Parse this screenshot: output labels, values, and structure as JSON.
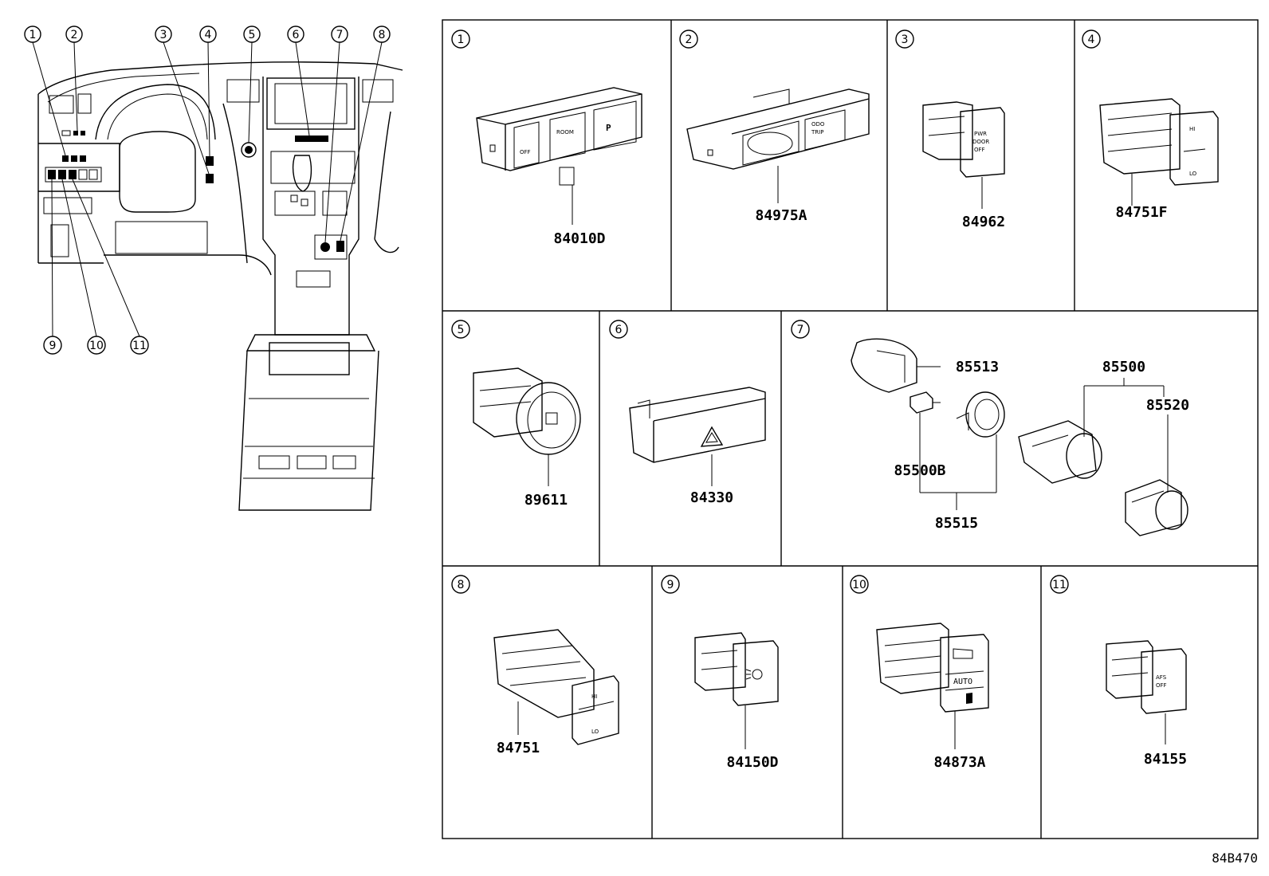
{
  "diagram_code": "84B470",
  "callouts": [
    "1",
    "2",
    "3",
    "4",
    "5",
    "6",
    "7",
    "8",
    "9",
    "10",
    "11"
  ],
  "panels": [
    {
      "callout": "1",
      "part_numbers": [
        "84010D"
      ],
      "labels": [
        "OFF",
        "ROOM",
        "P"
      ]
    },
    {
      "callout": "2",
      "part_numbers": [
        "84975A"
      ],
      "labels": [
        "ODO",
        "TRIP"
      ]
    },
    {
      "callout": "3",
      "part_numbers": [
        "84962"
      ],
      "labels": [
        "PWR",
        "DOOR",
        "OFF"
      ]
    },
    {
      "callout": "4",
      "part_numbers": [
        "84751F"
      ],
      "labels": [
        "HI",
        "LO"
      ]
    },
    {
      "callout": "5",
      "part_numbers": [
        "89611"
      ],
      "labels": []
    },
    {
      "callout": "6",
      "part_numbers": [
        "84330"
      ],
      "labels": []
    },
    {
      "callout": "7",
      "part_numbers": [
        "85513",
        "85500",
        "85520",
        "85500B",
        "85515"
      ],
      "labels": []
    },
    {
      "callout": "8",
      "part_numbers": [
        "84751"
      ],
      "labels": [
        "HI",
        "LO"
      ]
    },
    {
      "callout": "9",
      "part_numbers": [
        "84150D"
      ],
      "labels": []
    },
    {
      "callout": "10",
      "part_numbers": [
        "84873A"
      ],
      "labels": [
        "AUTO"
      ]
    },
    {
      "callout": "11",
      "part_numbers": [
        "84155"
      ],
      "labels": [
        "AFS",
        "OFF"
      ]
    }
  ]
}
